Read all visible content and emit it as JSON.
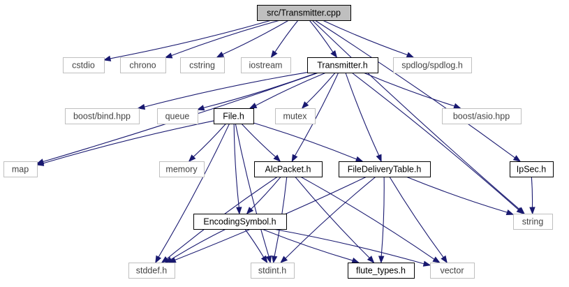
{
  "graph": {
    "nodes": [
      {
        "id": "transmitter_cpp",
        "label": "src/Transmitter.cpp",
        "style": "root"
      },
      {
        "id": "cstdio",
        "label": "cstdio",
        "style": "external"
      },
      {
        "id": "chrono",
        "label": "chrono",
        "style": "external"
      },
      {
        "id": "cstring",
        "label": "cstring",
        "style": "external"
      },
      {
        "id": "iostream",
        "label": "iostream",
        "style": "external"
      },
      {
        "id": "transmitter_h",
        "label": "Transmitter.h",
        "style": "local"
      },
      {
        "id": "spdlog",
        "label": "spdlog/spdlog.h",
        "style": "external"
      },
      {
        "id": "boost_bind",
        "label": "boost/bind.hpp",
        "style": "external"
      },
      {
        "id": "queue",
        "label": "queue",
        "style": "external"
      },
      {
        "id": "file_h",
        "label": "File.h",
        "style": "local"
      },
      {
        "id": "mutex",
        "label": "mutex",
        "style": "external"
      },
      {
        "id": "boost_asio",
        "label": "boost/asio.hpp",
        "style": "external"
      },
      {
        "id": "map",
        "label": "map",
        "style": "external"
      },
      {
        "id": "memory",
        "label": "memory",
        "style": "external"
      },
      {
        "id": "alcpacket_h",
        "label": "AlcPacket.h",
        "style": "local"
      },
      {
        "id": "fdt_h",
        "label": "FileDeliveryTable.h",
        "style": "local"
      },
      {
        "id": "ipsec_h",
        "label": "IpSec.h",
        "style": "local"
      },
      {
        "id": "encsym_h",
        "label": "EncodingSymbol.h",
        "style": "local"
      },
      {
        "id": "string",
        "label": "string",
        "style": "external"
      },
      {
        "id": "stddef_h",
        "label": "stddef.h",
        "style": "external"
      },
      {
        "id": "stdint_h",
        "label": "stdint.h",
        "style": "external"
      },
      {
        "id": "flute_types_h",
        "label": "flute_types.h",
        "style": "local"
      },
      {
        "id": "vector",
        "label": "vector",
        "style": "external"
      }
    ],
    "edges": [
      {
        "from": "transmitter_cpp",
        "to": "cstdio"
      },
      {
        "from": "transmitter_cpp",
        "to": "chrono"
      },
      {
        "from": "transmitter_cpp",
        "to": "cstring"
      },
      {
        "from": "transmitter_cpp",
        "to": "iostream"
      },
      {
        "from": "transmitter_cpp",
        "to": "transmitter_h"
      },
      {
        "from": "transmitter_cpp",
        "to": "spdlog"
      },
      {
        "from": "transmitter_cpp",
        "to": "ipsec_h"
      },
      {
        "from": "transmitter_cpp",
        "to": "string"
      },
      {
        "from": "transmitter_h",
        "to": "map"
      },
      {
        "from": "transmitter_h",
        "to": "boost_bind"
      },
      {
        "from": "transmitter_h",
        "to": "queue"
      },
      {
        "from": "transmitter_h",
        "to": "file_h"
      },
      {
        "from": "transmitter_h",
        "to": "mutex"
      },
      {
        "from": "transmitter_h",
        "to": "boost_asio"
      },
      {
        "from": "transmitter_h",
        "to": "alcpacket_h"
      },
      {
        "from": "transmitter_h",
        "to": "fdt_h"
      },
      {
        "from": "transmitter_h",
        "to": "string"
      },
      {
        "from": "file_h",
        "to": "map"
      },
      {
        "from": "file_h",
        "to": "memory"
      },
      {
        "from": "file_h",
        "to": "alcpacket_h"
      },
      {
        "from": "file_h",
        "to": "fdt_h"
      },
      {
        "from": "file_h",
        "to": "encsym_h"
      },
      {
        "from": "file_h",
        "to": "stddef_h"
      },
      {
        "from": "file_h",
        "to": "stdint_h"
      },
      {
        "from": "alcpacket_h",
        "to": "encsym_h"
      },
      {
        "from": "alcpacket_h",
        "to": "stddef_h"
      },
      {
        "from": "alcpacket_h",
        "to": "stdint_h"
      },
      {
        "from": "alcpacket_h",
        "to": "flute_types_h"
      },
      {
        "from": "alcpacket_h",
        "to": "vector"
      },
      {
        "from": "fdt_h",
        "to": "string"
      },
      {
        "from": "fdt_h",
        "to": "stddef_h"
      },
      {
        "from": "fdt_h",
        "to": "stdint_h"
      },
      {
        "from": "fdt_h",
        "to": "flute_types_h"
      },
      {
        "from": "fdt_h",
        "to": "vector"
      },
      {
        "from": "ipsec_h",
        "to": "string"
      },
      {
        "from": "encsym_h",
        "to": "stddef_h"
      },
      {
        "from": "encsym_h",
        "to": "stdint_h"
      },
      {
        "from": "encsym_h",
        "to": "flute_types_h"
      },
      {
        "from": "encsym_h",
        "to": "vector"
      }
    ]
  }
}
